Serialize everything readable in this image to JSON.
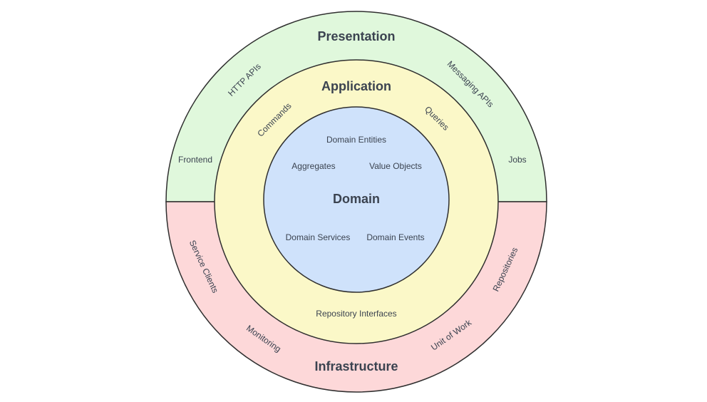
{
  "colors": {
    "presentation_fill": "#e0f8dc",
    "infrastructure_fill": "#fdd8d9",
    "application_fill": "#fbf8c8",
    "domain_fill": "#cfe2fb",
    "stroke": "#2f2f2f",
    "text": "#3b4350"
  },
  "presentation": {
    "title": "Presentation",
    "items": [
      "HTTP APIs",
      "Messaging APIs",
      "Frontend",
      "Jobs"
    ]
  },
  "infrastructure": {
    "title": "Infrastructure",
    "items": [
      "Service Clients",
      "Repositories",
      "Monitoring",
      "Unit of Work"
    ]
  },
  "application": {
    "title": "Application",
    "items": [
      "Commands",
      "Queries",
      "Repository Interfaces"
    ]
  },
  "domain": {
    "title": "Domain",
    "items": [
      "Domain Entities",
      "Aggregates",
      "Value Objects",
      "Domain Services",
      "Domain Events"
    ]
  }
}
